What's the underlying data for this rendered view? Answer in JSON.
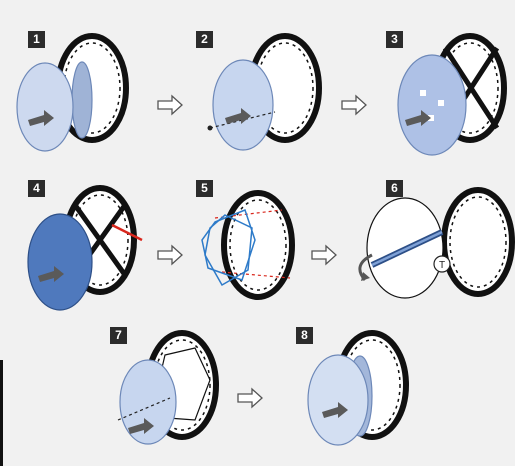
{
  "steps": [
    {
      "number": "1"
    },
    {
      "number": "2"
    },
    {
      "number": "3"
    },
    {
      "number": "4"
    },
    {
      "number": "5"
    },
    {
      "number": "6"
    },
    {
      "number": "7"
    },
    {
      "number": "8"
    }
  ],
  "callouts": {
    "tool_marker": "T"
  },
  "colors": {
    "panel_fill": "#c9d7ef",
    "panel_fill_dark": "#4f79bd",
    "panel_edge": "#7f9bc9",
    "back_plate": "#111111",
    "accent_red": "#d9261c",
    "outline_blue": "#2e7bc9",
    "arrow_gray": "#7a7a7a"
  }
}
